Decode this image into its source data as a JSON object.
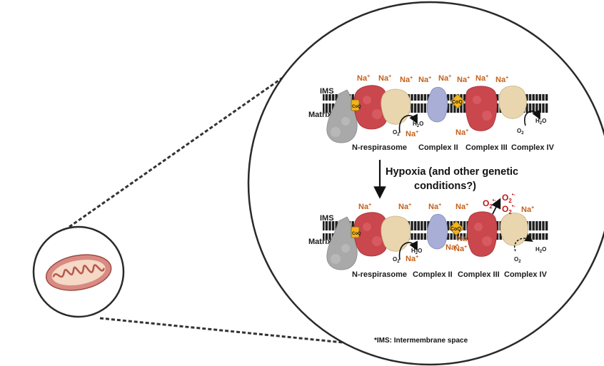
{
  "labels": {
    "ims": "IMS",
    "matrix": "Matrix",
    "coq": "CoQ",
    "na": "Na",
    "plus": "+",
    "o2": "O",
    "o2_sub": "2",
    "h2o_h": "H",
    "h2o_sub": "2",
    "h2o_o": "O",
    "ros_sup": "•-"
  },
  "complexes": {
    "n_respirasome": "N-respirasome",
    "complex_ii": "Complex II",
    "complex_iii": "Complex III",
    "complex_iv": "Complex IV"
  },
  "transition": {
    "line1": "Hypoxia (and other genetic",
    "line2": "conditions?)"
  },
  "footnote": "*IMS: Intermembrane space",
  "colors": {
    "complex_i": "#c9474d",
    "complex_ii": "#a8aed6",
    "complex_iii": "#c9474d",
    "complex_iv": "#e9d6ae",
    "grey_arm": "#a9a9a9",
    "coq": "#f2b41c",
    "sodium": "#c5601a",
    "ros": "#c01616",
    "mito_outer": "#d98a82",
    "mito_inner": "#f5d8c5"
  }
}
